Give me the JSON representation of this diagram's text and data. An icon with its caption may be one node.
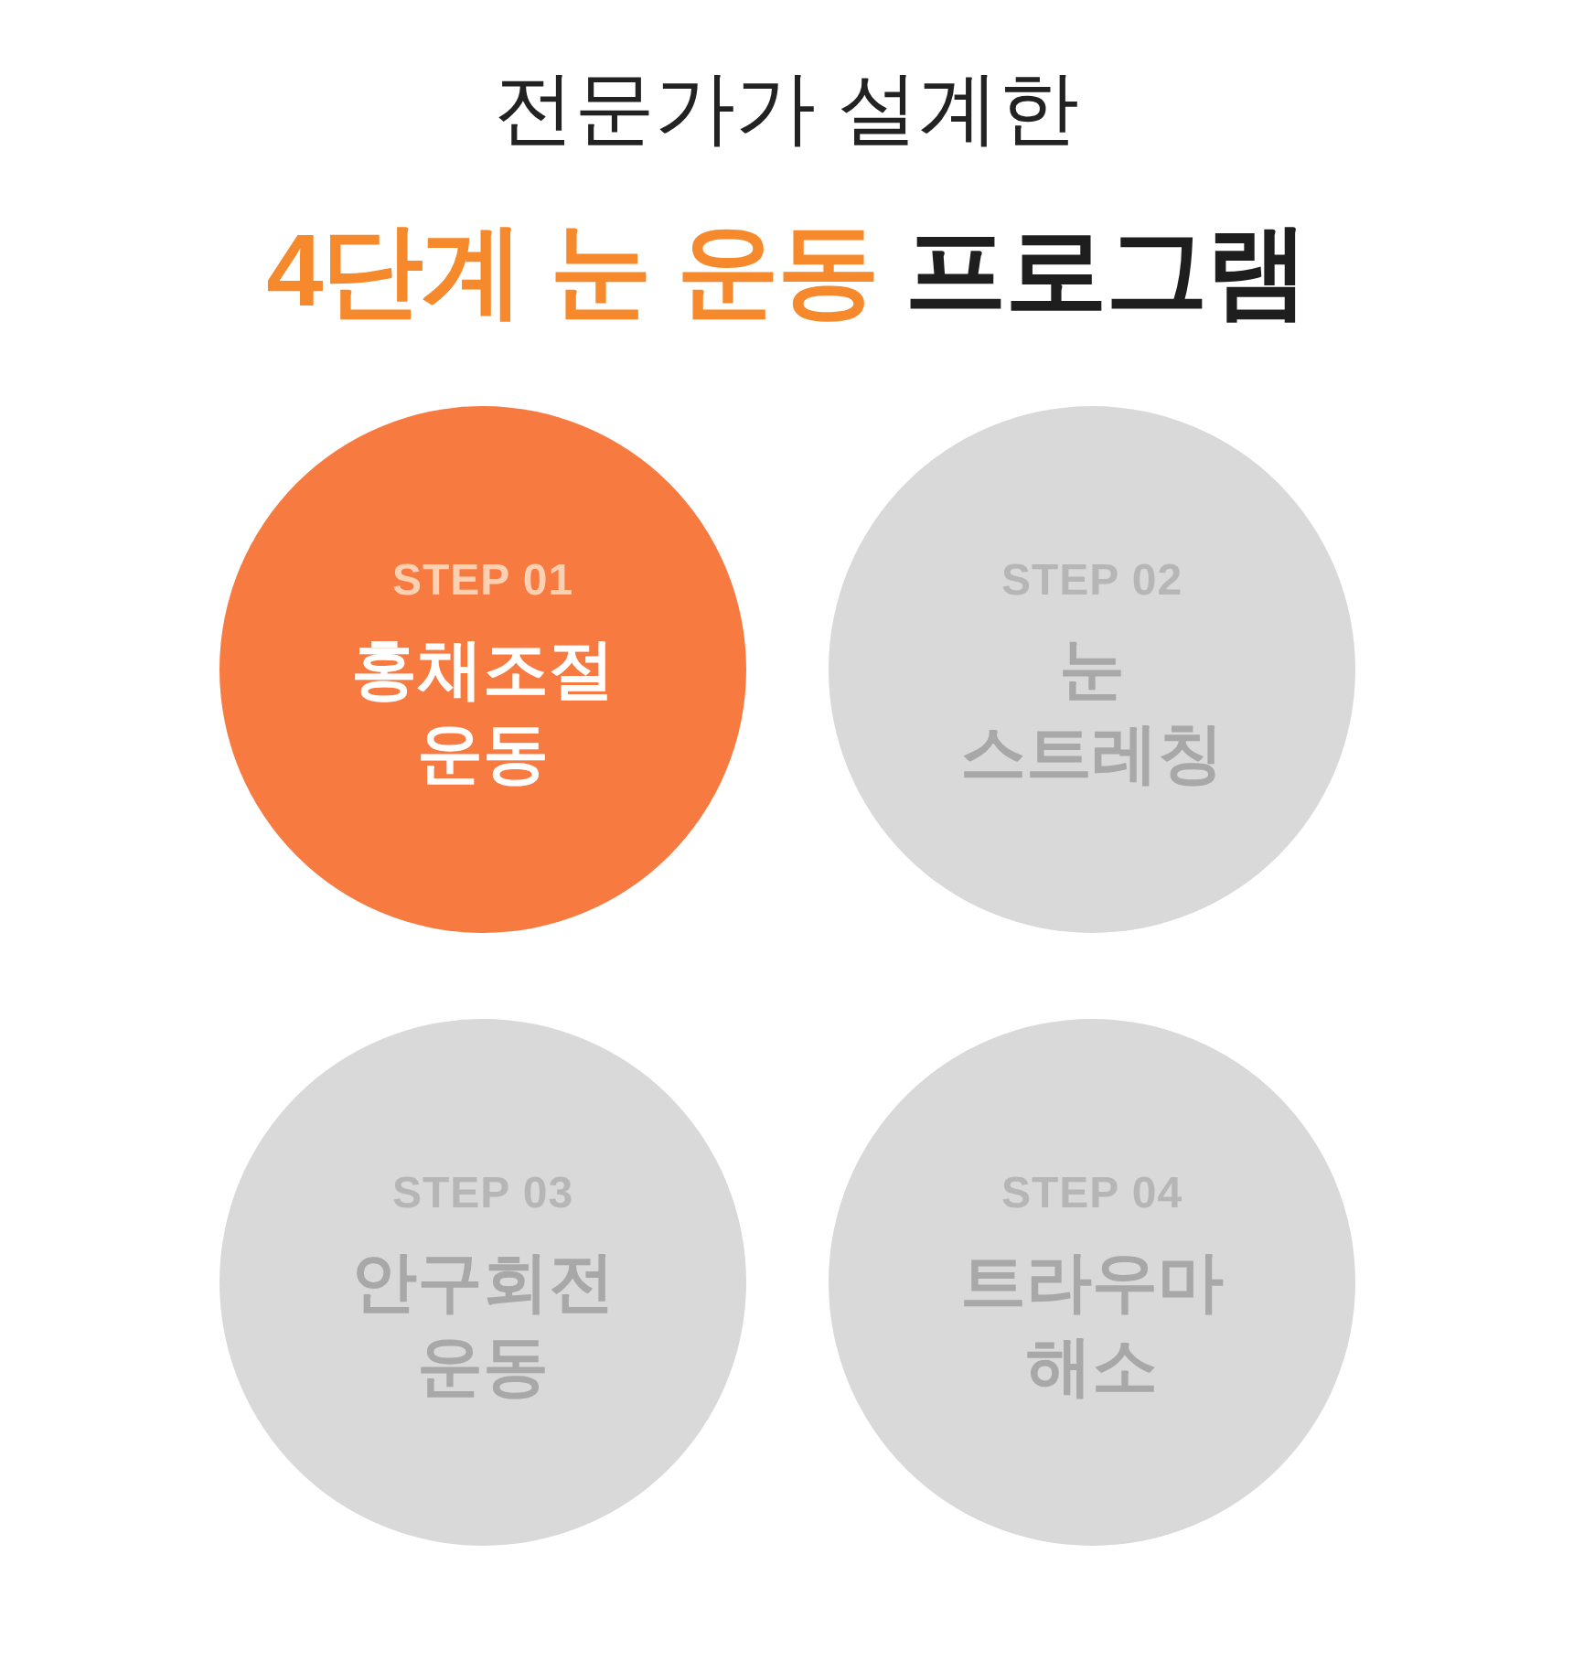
{
  "diagram": {
    "title": "4단계 눈 운동 프로그램",
    "nodes": [
      {
        "text": [
          "STEP 01",
          "홍채조절 운동"
        ]
      },
      {
        "text": [
          "STEP 02",
          "눈 스트레칭"
        ]
      },
      {
        "text": [
          "STEP 03",
          "안구회전 운동"
        ]
      },
      {
        "text": [
          "STEP 04",
          "트라우마 해소"
        ]
      }
    ],
    "labels": [
      "전문가가 설계한"
    ]
  }
}
